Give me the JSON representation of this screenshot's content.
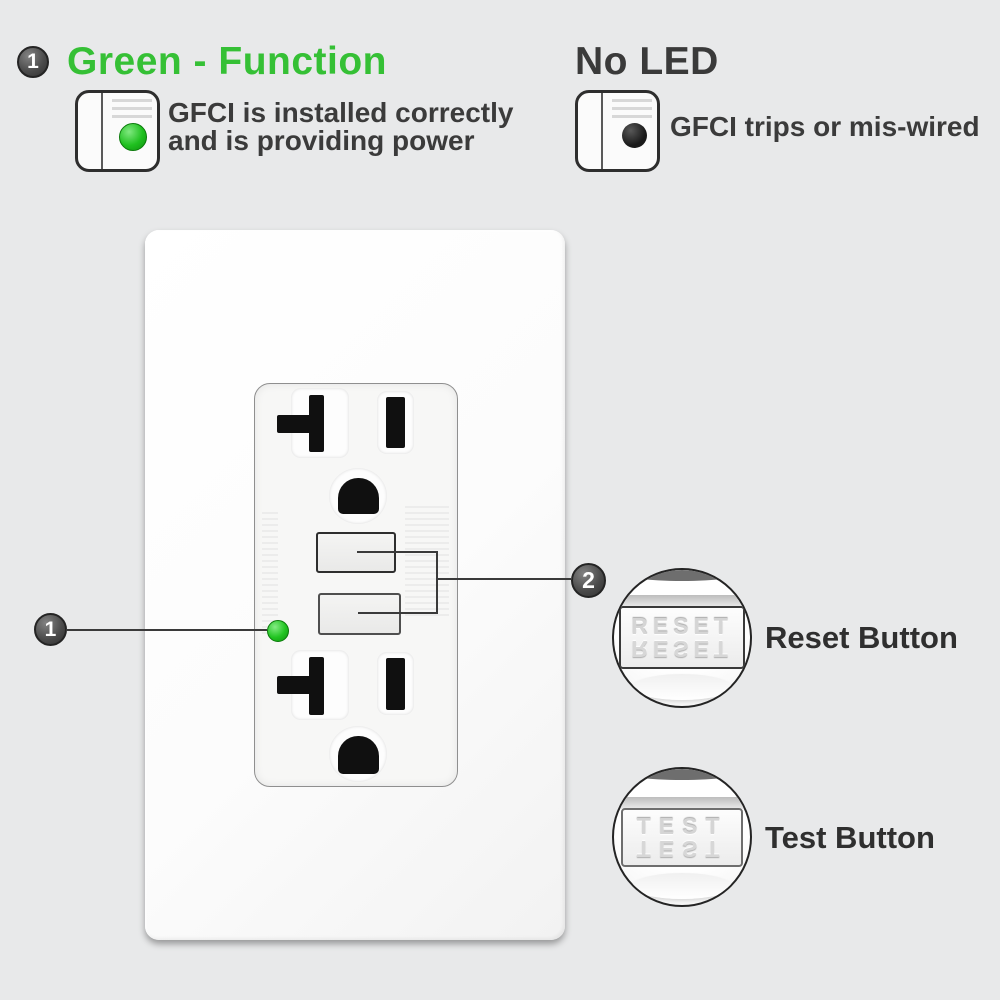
{
  "colors": {
    "background": "#e8e9ea",
    "accent_green": "#35c035",
    "led_green": "#21c421",
    "text_dark": "#3b3b3b",
    "callout_line": "#3a3a3a"
  },
  "legend_green": {
    "badge": "1",
    "title": "Green - Function",
    "desc_line1": "GFCI is installed correctly",
    "desc_line2": "and is providing power"
  },
  "legend_no_led": {
    "title": "No LED",
    "desc": "GFCI trips or mis-wired"
  },
  "callout_led": {
    "badge": "1"
  },
  "callout_buttons": {
    "badge": "2"
  },
  "reset_detail": {
    "embossed_text": "RESET",
    "label": "Reset Button"
  },
  "test_detail": {
    "embossed_text": "TEST",
    "label": "Test Button"
  }
}
